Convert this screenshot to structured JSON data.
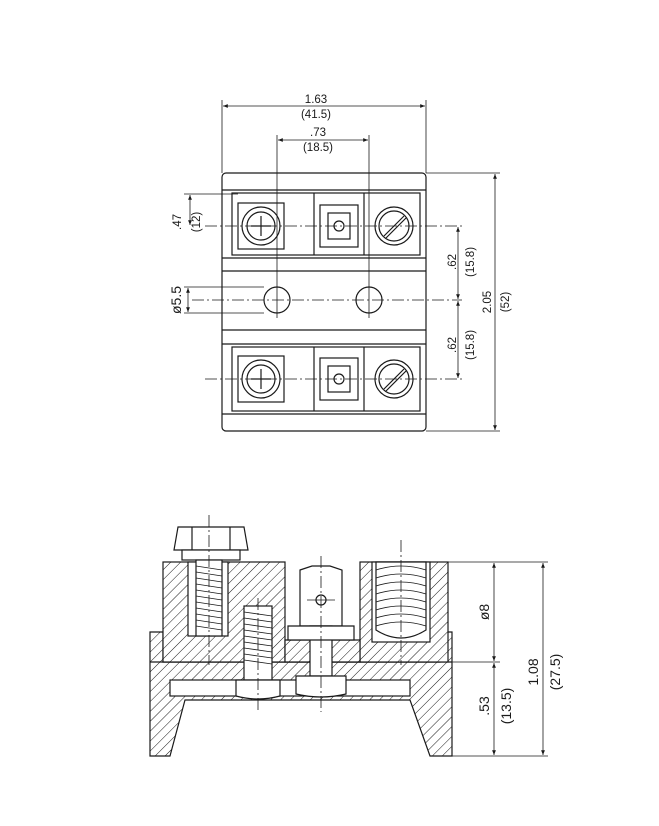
{
  "top_view": {
    "overall_width": {
      "inch": "1.63",
      "mm": "(41.5)"
    },
    "hole_spacing": {
      "inch": ".73",
      "mm": "(18.5)"
    },
    "terminal_pitch": {
      "inch": ".47",
      "mm": "(12)"
    },
    "mount_hole_dia": "ø5.5",
    "half_pitch_upper": {
      "inch": ".62",
      "mm": "(15.8)"
    },
    "half_pitch_lower": {
      "inch": ".62",
      "mm": "(15.8)"
    },
    "overall_length": {
      "inch": "2.05",
      "mm": "(52)"
    }
  },
  "side_view": {
    "terminal_dia": "ø8",
    "overall_height": {
      "inch": "1.08",
      "mm": "(27.5)"
    },
    "base_height": {
      "inch": ".53",
      "mm": "(13.5)"
    }
  },
  "icons": [
    "phillips-screw-icon",
    "slotted-screw-icon",
    "gate-tab-icon",
    "hex-bolt-icon"
  ]
}
